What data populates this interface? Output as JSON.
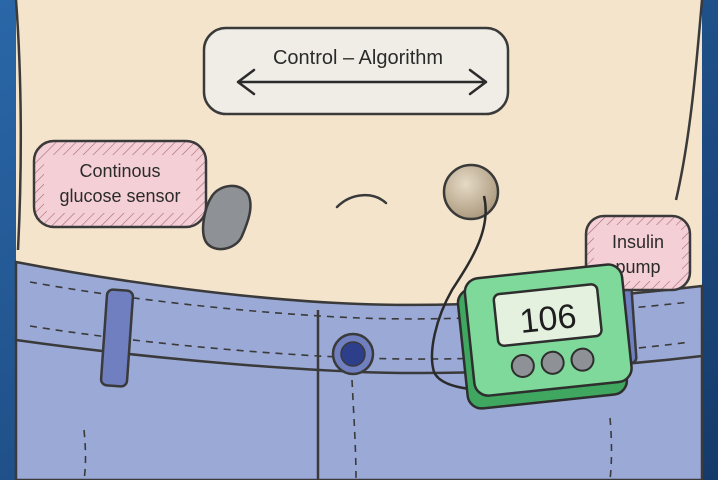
{
  "diagram": {
    "algorithm_label": "Control – Algorithm",
    "sensor_label_line1": "Continous",
    "sensor_label_line2": "glucose sensor",
    "pump_label_line1": "Insulin",
    "pump_label_line2": "pump",
    "pump_display_value": "106"
  },
  "colors": {
    "frame": "#1d4f8c",
    "skin": "#f4e4cc",
    "jeans": "#9ba9d6",
    "label_fill": "#f4cfd6",
    "pump_body": "#7fd99a",
    "pump_screen": "#e4f1df",
    "sensor": "#8e9195",
    "infusion_site": "#c9b79b"
  }
}
